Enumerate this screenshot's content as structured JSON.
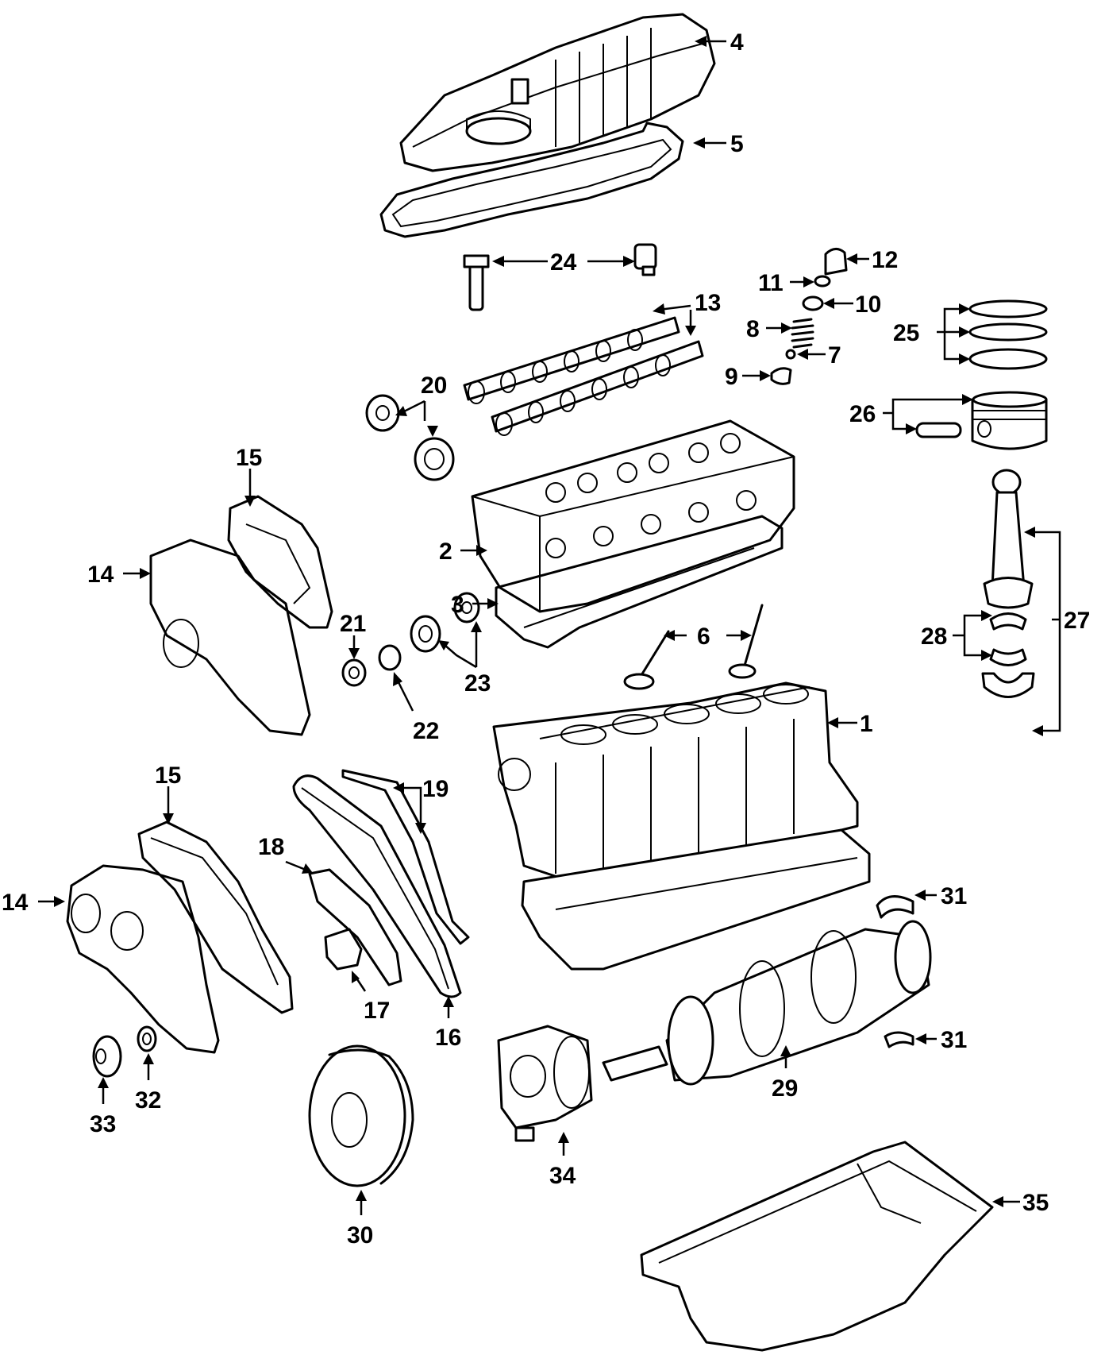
{
  "callouts": [
    {
      "id": "c1",
      "text": "1"
    },
    {
      "id": "c2",
      "text": "2"
    },
    {
      "id": "c3",
      "text": "3"
    },
    {
      "id": "c4",
      "text": "4"
    },
    {
      "id": "c5",
      "text": "5"
    },
    {
      "id": "c6",
      "text": "6"
    },
    {
      "id": "c7",
      "text": "7"
    },
    {
      "id": "c8",
      "text": "8"
    },
    {
      "id": "c9",
      "text": "9"
    },
    {
      "id": "c10",
      "text": "10"
    },
    {
      "id": "c11",
      "text": "11"
    },
    {
      "id": "c12",
      "text": "12"
    },
    {
      "id": "c13",
      "text": "13"
    },
    {
      "id": "c14a",
      "text": "14"
    },
    {
      "id": "c14b",
      "text": "14"
    },
    {
      "id": "c15a",
      "text": "15"
    },
    {
      "id": "c15b",
      "text": "15"
    },
    {
      "id": "c16",
      "text": "16"
    },
    {
      "id": "c17",
      "text": "17"
    },
    {
      "id": "c18",
      "text": "18"
    },
    {
      "id": "c19",
      "text": "19"
    },
    {
      "id": "c20",
      "text": "20"
    },
    {
      "id": "c21",
      "text": "21"
    },
    {
      "id": "c22",
      "text": "22"
    },
    {
      "id": "c23",
      "text": "23"
    },
    {
      "id": "c24",
      "text": "24"
    },
    {
      "id": "c25",
      "text": "25"
    },
    {
      "id": "c26",
      "text": "26"
    },
    {
      "id": "c27",
      "text": "27"
    },
    {
      "id": "c28",
      "text": "28"
    },
    {
      "id": "c29",
      "text": "29"
    },
    {
      "id": "c30",
      "text": "30"
    },
    {
      "id": "c31a",
      "text": "31"
    },
    {
      "id": "c31b",
      "text": "31"
    },
    {
      "id": "c32",
      "text": "32"
    },
    {
      "id": "c33",
      "text": "33"
    },
    {
      "id": "c34",
      "text": "34"
    },
    {
      "id": "c35",
      "text": "35"
    }
  ]
}
